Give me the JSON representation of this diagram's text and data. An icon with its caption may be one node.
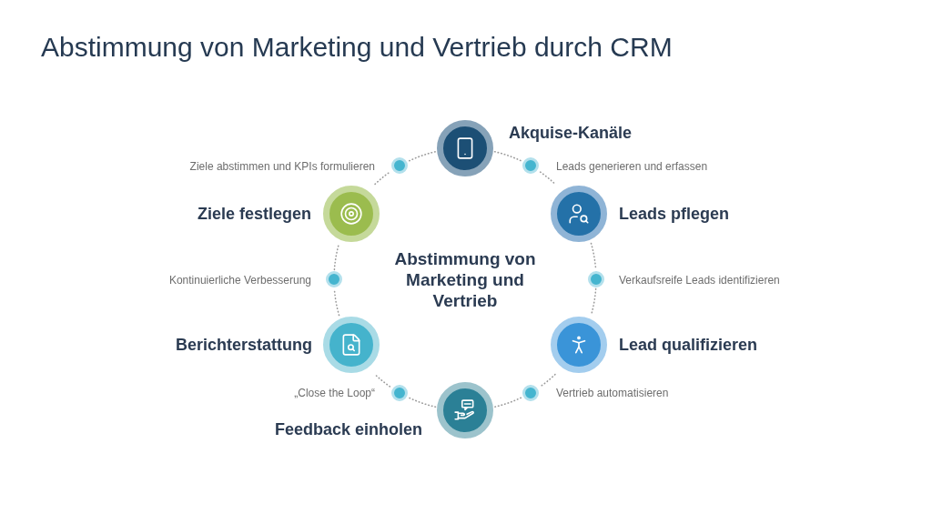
{
  "diagram": {
    "title": "Abstimmung von Marketing und Vertrieb durch CRM",
    "nodes": [
      {
        "text": [],
        "shape": "circle",
        "beside": [
          "Akquise-Kanäle"
        ]
      },
      {
        "text": [],
        "shape": "circle",
        "beside": [
          "Leads generieren und erfassen"
        ]
      },
      {
        "text": [],
        "shape": "circle",
        "beside": [
          "Leads pflegen"
        ]
      },
      {
        "text": [],
        "shape": "circle",
        "beside": [
          "Verkaufsreife Leads identifizieren"
        ]
      },
      {
        "text": [],
        "shape": "circle",
        "beside": [
          "Lead qualifizieren"
        ]
      },
      {
        "text": [],
        "shape": "circle",
        "beside": [
          "Vertrieb automatisieren"
        ]
      },
      {
        "text": [],
        "shape": "circle",
        "beside": [
          "Feedback einholen"
        ]
      },
      {
        "text": [],
        "shape": "circle",
        "beside": [
          "„Close the Loop“"
        ]
      },
      {
        "text": [],
        "shape": "circle",
        "beside": [
          "Berichterstattung"
        ]
      },
      {
        "text": [],
        "shape": "circle",
        "beside": [
          "Kontinuierliche Verbesserung"
        ]
      },
      {
        "text": [],
        "shape": "circle",
        "beside": [
          "Ziele festlegen"
        ]
      },
      {
        "text": [],
        "shape": "circle",
        "beside": [
          "Ziele abstimmen und KPIs formulieren"
        ]
      }
    ],
    "edges": [
      {
        "from": 0,
        "to": 1,
        "arrow": "none"
      },
      {
        "from": 1,
        "to": 2,
        "arrow": "none"
      },
      {
        "from": 2,
        "to": 3,
        "arrow": "none"
      },
      {
        "from": 3,
        "to": 4,
        "arrow": "none"
      },
      {
        "from": 4,
        "to": 5,
        "arrow": "none"
      },
      {
        "from": 5,
        "to": 6,
        "arrow": "none"
      },
      {
        "from": 6,
        "to": 7,
        "arrow": "none"
      },
      {
        "from": 7,
        "to": 8,
        "arrow": "none"
      },
      {
        "from": 8,
        "to": 9,
        "arrow": "none"
      },
      {
        "from": 9,
        "to": 10,
        "arrow": "none"
      },
      {
        "from": 10,
        "to": 11,
        "arrow": "none"
      },
      {
        "from": 11,
        "to": 0,
        "arrow": "none"
      }
    ],
    "labels": [
      "Abstimmung von Marketing und Vertrieb"
    ]
  }
}
